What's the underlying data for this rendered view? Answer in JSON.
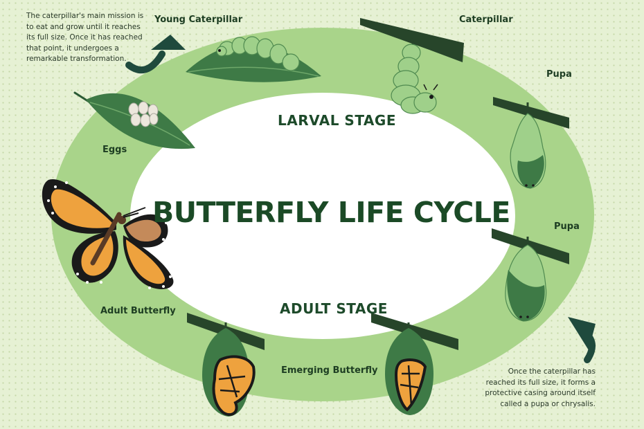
{
  "title": "BUTTERFLY LIFE CYCLE",
  "stages": {
    "larval": "LARVAL STAGE",
    "adult": "ADULT STAGE"
  },
  "labels": {
    "young_caterpillar": "Young Caterpillar",
    "caterpillar": "Caterpillar",
    "pupa_1": "Pupa",
    "pupa_2": "Pupa",
    "eggs": "Eggs",
    "adult_butterfly": "Adult Butterfly",
    "emerging_butterfly": "Emerging Butterfly"
  },
  "notes": {
    "top_left": [
      "The caterpillar's main mission is",
      "to eat and grow until it reaches",
      "its full size. Once it has reached",
      "that point, it undergoes a",
      "remarkable transformation."
    ],
    "bottom_right": [
      "Once the caterpillar has",
      "reached its full size, it forms a",
      "protective casing around itself",
      "called a pupa or chrysalis."
    ]
  },
  "icons": {
    "arrow_top": "curved-arrow-up-icon",
    "arrow_bottom": "curved-arrow-up-icon",
    "eggs": "leaf-with-eggs-icon",
    "young_caterpillar": "caterpillar-on-leaf-icon",
    "caterpillar": "hanging-caterpillar-icon",
    "pupa": "chrysalis-icon",
    "emerging": "emerging-butterfly-icon",
    "adult": "monarch-butterfly-icon"
  },
  "colors": {
    "background": "#e6f1d4",
    "ring": "#a9d48a",
    "center": "#ffffff",
    "text_dark": "#1b4a26",
    "arrow": "#1f4a3d",
    "wing_orange": "#eea23e",
    "wing_dark": "#1a1a1a"
  }
}
